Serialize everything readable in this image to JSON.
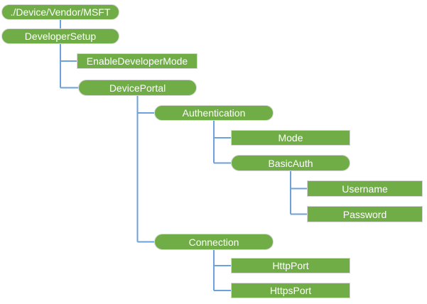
{
  "diagram": {
    "type": "tree",
    "colors": {
      "node_fill": "#70AD47",
      "node_text": "#FFFFFF",
      "node_border": "#D8D8D8",
      "connector": "#6BA2DB",
      "background": "#FFFFFF"
    },
    "nodes": [
      {
        "id": "root",
        "label": "./Device/Vendor/MSFT",
        "shape": "pill"
      },
      {
        "id": "developersetup",
        "label": "DeveloperSetup",
        "shape": "pill"
      },
      {
        "id": "enabledevelopermode",
        "label": "EnableDeveloperMode",
        "shape": "rect"
      },
      {
        "id": "deviceportal",
        "label": "DevicePortal",
        "shape": "pill"
      },
      {
        "id": "authentication",
        "label": "Authentication",
        "shape": "pill"
      },
      {
        "id": "mode",
        "label": "Mode",
        "shape": "rect"
      },
      {
        "id": "basicauth",
        "label": "BasicAuth",
        "shape": "pill"
      },
      {
        "id": "username",
        "label": "Username",
        "shape": "rect"
      },
      {
        "id": "password",
        "label": "Password",
        "shape": "rect"
      },
      {
        "id": "connection",
        "label": "Connection",
        "shape": "pill"
      },
      {
        "id": "httpport",
        "label": "HttpPort",
        "shape": "rect"
      },
      {
        "id": "httpsport",
        "label": "HttpsPort",
        "shape": "rect"
      }
    ],
    "edges": [
      {
        "from": "./Device/Vendor/MSFT",
        "to": "DeveloperSetup"
      },
      {
        "from": "DeveloperSetup",
        "to": "EnableDeveloperMode"
      },
      {
        "from": "DeveloperSetup",
        "to": "DevicePortal"
      },
      {
        "from": "DevicePortal",
        "to": "Authentication"
      },
      {
        "from": "DevicePortal",
        "to": "Connection"
      },
      {
        "from": "Authentication",
        "to": "Mode"
      },
      {
        "from": "Authentication",
        "to": "BasicAuth"
      },
      {
        "from": "BasicAuth",
        "to": "Username"
      },
      {
        "from": "BasicAuth",
        "to": "Password"
      },
      {
        "from": "Connection",
        "to": "HttpPort"
      },
      {
        "from": "Connection",
        "to": "HttpsPort"
      }
    ]
  }
}
